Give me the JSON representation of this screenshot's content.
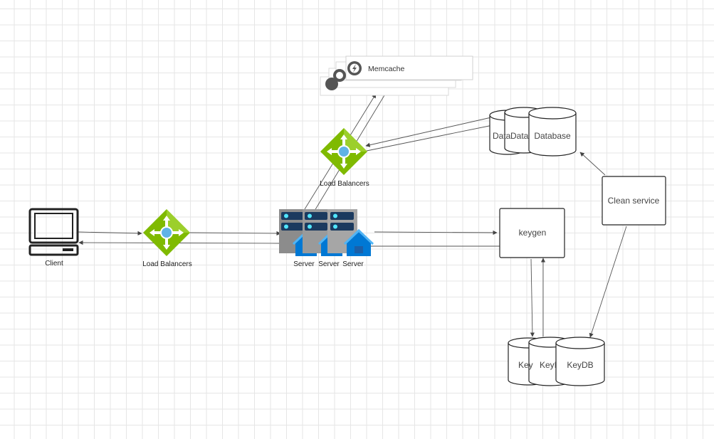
{
  "client": {
    "label": "Client"
  },
  "lb_main": {
    "label": "Load Balancers"
  },
  "lb_cache": {
    "label": "Load Balancers"
  },
  "servers": {
    "labels": [
      "Server",
      "Server",
      "Server"
    ]
  },
  "memcache": {
    "label": "Memcache"
  },
  "databases": {
    "labels": [
      "Data",
      "Data",
      "Database"
    ]
  },
  "keygen": {
    "label": "keygen"
  },
  "clean_service": {
    "label": "Clean service"
  },
  "keydbs": {
    "labels": [
      "Key",
      "KeyI",
      "KeyDB"
    ]
  },
  "colors": {
    "lb_green": "#7fba00",
    "server_navy": "#1b3a5f",
    "azure_blue": "#0078d4",
    "edge": "#555555"
  }
}
